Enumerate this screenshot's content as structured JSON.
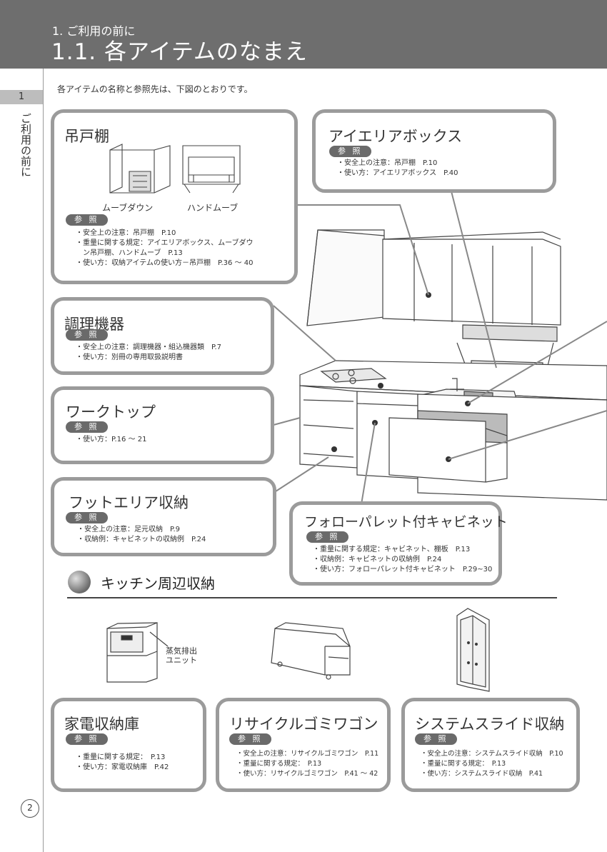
{
  "header": {
    "chapter": "1. ご利用の前に",
    "section": "1.1. 各アイテムのなまえ"
  },
  "side_tab": {
    "number": "1",
    "label": "ご利用の前に"
  },
  "intro": "各アイテムの名称と参照先は、下図のとおりです。",
  "badge_label": "参 照",
  "boxes": {
    "tsuridana": {
      "title": "吊戸棚",
      "captions": [
        "ムーブダウン",
        "ハンドムーブ"
      ],
      "lines": [
        "・安全上の注意：吊戸棚　P.10",
        "・重量に関する規定：アイエリアボックス、ムーブダウ",
        "　ン吊戸棚、ハンドムーブ　P.13",
        "・使い方：収納アイテムの使い方－吊戸棚　P.36 ～ 40"
      ]
    },
    "ai_area": {
      "title": "アイエリアボックス",
      "lines": [
        "・安全上の注意：吊戸棚　P.10",
        "・使い方：アイエリアボックス　P.40"
      ]
    },
    "cooking": {
      "title": "調理機器",
      "lines": [
        "・安全上の注意：調理機器・組込機器類　P.7",
        "・使い方：別冊の専用取扱説明書"
      ]
    },
    "worktop": {
      "title": "ワークトップ",
      "lines": [
        "・使い方：P.16 ～ 21"
      ]
    },
    "foot_area": {
      "title": "フットエリア収納",
      "lines": [
        "・安全上の注意：足元収納　P.9",
        "・収納例：キャビネットの収納例　P.24"
      ]
    },
    "follow_pallet": {
      "title": "フォローパレット付キャビネット",
      "lines": [
        "・重量に関する規定：キャビネット、棚板　P.13",
        "・収納例：キャビネットの収納例　P.24",
        "・使い方：フォローパレット付キャビネット　P.29~30"
      ]
    },
    "kaden": {
      "title": "家電収納庫",
      "lines": [
        "・重量に関する規定：　P.13",
        "・使い方：家電収納庫　P.42"
      ]
    },
    "recycle": {
      "title": "リサイクルゴミワゴン",
      "lines": [
        "・安全上の注意：リサイクルゴミワゴン　P.11",
        "・重量に関する規定：　P.13",
        "・使い方：リサイクルゴミワゴン　P.41 ～ 42"
      ]
    },
    "system_slide": {
      "title": "システムスライド収納",
      "lines": [
        "・安全上の注意：システムスライド収納　P.10",
        "・重量に関する規定：　P.13",
        "・使い方：システムスライド収納　P.41"
      ]
    }
  },
  "section": {
    "title": "キッチン周辺収納"
  },
  "steam_unit_caption": [
    "蒸気排出",
    "ユニット"
  ],
  "page_number": "2"
}
